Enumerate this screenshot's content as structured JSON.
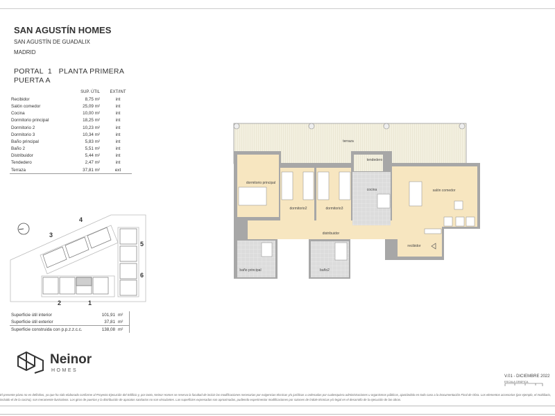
{
  "header": {
    "title": "SAN AGUSTÍN HOMES",
    "location": "SAN AGUSTÍN DE GUADALIX",
    "city": "MADRID",
    "portal_line": "PORTAL  1   PLANTA PRIMERA",
    "puerta_line": "PUERTA  A"
  },
  "rooms_table": {
    "headers": [
      "",
      "SUP. ÚTIL",
      "EXT/INT"
    ],
    "unit": "m²",
    "rows": [
      {
        "name": "Recibidor",
        "area": "8,75",
        "type": "int"
      },
      {
        "name": "Salón comedor",
        "area": "25,09",
        "type": "int"
      },
      {
        "name": "Cocina",
        "area": "10,00",
        "type": "int"
      },
      {
        "name": "Dormitorio principal",
        "area": "18,25",
        "type": "int"
      },
      {
        "name": "Dormitorio 2",
        "area": "10,23",
        "type": "int"
      },
      {
        "name": "Dormitorio 3",
        "area": "10,34",
        "type": "int"
      },
      {
        "name": "Baño principal",
        "area": "5,83",
        "type": "int"
      },
      {
        "name": "Baño 2",
        "area": "5,51",
        "type": "int"
      },
      {
        "name": "Distribuidor",
        "area": "5,44",
        "type": "int"
      },
      {
        "name": "Tendedero",
        "area": "2,47",
        "type": "int"
      },
      {
        "name": "Terraza",
        "area": "37,81",
        "type": "ext"
      }
    ]
  },
  "totals": [
    {
      "label": "Superficie útil interior",
      "value": "101,91",
      "unit": "m²"
    },
    {
      "label": "Superficie útil exterior",
      "value": "37,81",
      "unit": "m²"
    },
    {
      "label": "Superficie construida con p.p.z.z.c.c.",
      "value": "138,08",
      "unit": "m²"
    }
  ],
  "site_plan": {
    "portals": [
      "1",
      "2",
      "3",
      "4",
      "5",
      "6"
    ]
  },
  "plan_labels": {
    "terraza": "terraza",
    "tendedero": "tendedero",
    "dormitorio_principal": "dormitorio principal",
    "dormitorio2": "dormitorio2",
    "dormitorio3": "dormitorio3",
    "cocina": "cocina",
    "salon": "salón comedor",
    "distribuidor": "distribuidor",
    "recibidor": "recibidor",
    "bano_principal": "baño principal",
    "bano2": "baño2"
  },
  "brand": {
    "name": "Neinor",
    "sub": "HOMES"
  },
  "version": "V.01 - DICIEMBRE 2022",
  "scale_label": "ESCALA GRÁFICA",
  "disclaimer": "El presente plano no es definitivo, ya que ha sido elaborado conforme al Proyecto Ejecución del Edificio y, por tanto, Neinor Homes se reserva la facultad de incluir las modificaciones necesarias por exigencias técnicas y/o jurídicas u ordenadas por cualesquiera administraciones u organismos públicos, ajustándolo en todo caso a la Documentación Final de Obra. Los elementos accesorios (por ejemplo, el mobiliario, incluido el de la cocina), son meramente ilustrativos. Los giros de puertas y la distribución de aparatos sanitarios no son vinculantes. Las superficies expresadas son aproximadas, pudiendo experimentar modificaciones por razones de índole técnicas y/o legal en el desarrollo de la ejecución de las obras.",
  "colors": {
    "room": "#f7e6c0",
    "wall": "#a7a7a7",
    "tile": "#d8d8d8",
    "terrace": "#f1efdf"
  }
}
